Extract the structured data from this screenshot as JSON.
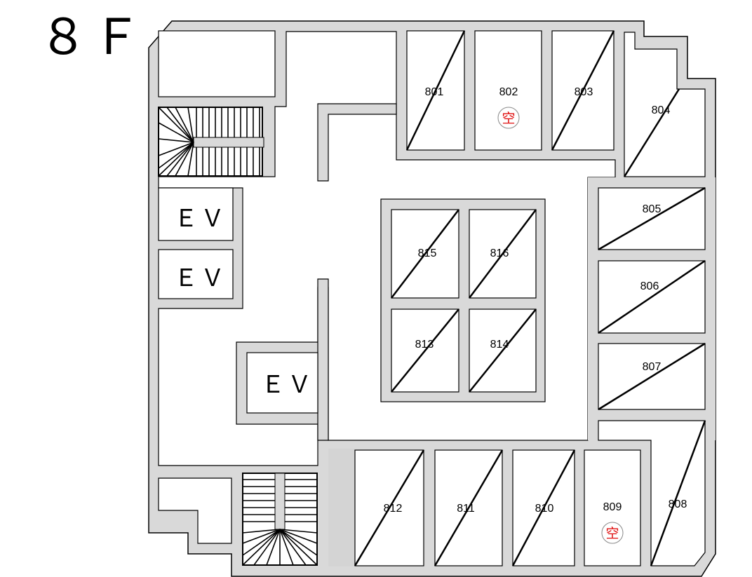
{
  "floor": {
    "label": "８Ｆ"
  },
  "colors": {
    "wall": "#d9d9d9",
    "outline": "#000000",
    "vacant": "#e01010"
  },
  "elevator_label": "ＥＶ",
  "vacant_label": "空",
  "rooms": [
    {
      "number": "801",
      "vacant": false
    },
    {
      "number": "802",
      "vacant": true
    },
    {
      "number": "803",
      "vacant": false
    },
    {
      "number": "804",
      "vacant": false
    },
    {
      "number": "805",
      "vacant": false
    },
    {
      "number": "806",
      "vacant": false
    },
    {
      "number": "807",
      "vacant": false
    },
    {
      "number": "808",
      "vacant": false
    },
    {
      "number": "809",
      "vacant": true
    },
    {
      "number": "810",
      "vacant": false
    },
    {
      "number": "811",
      "vacant": false
    },
    {
      "number": "812",
      "vacant": false
    },
    {
      "number": "813",
      "vacant": false
    },
    {
      "number": "814",
      "vacant": false
    },
    {
      "number": "815",
      "vacant": false
    },
    {
      "number": "816",
      "vacant": false
    }
  ]
}
